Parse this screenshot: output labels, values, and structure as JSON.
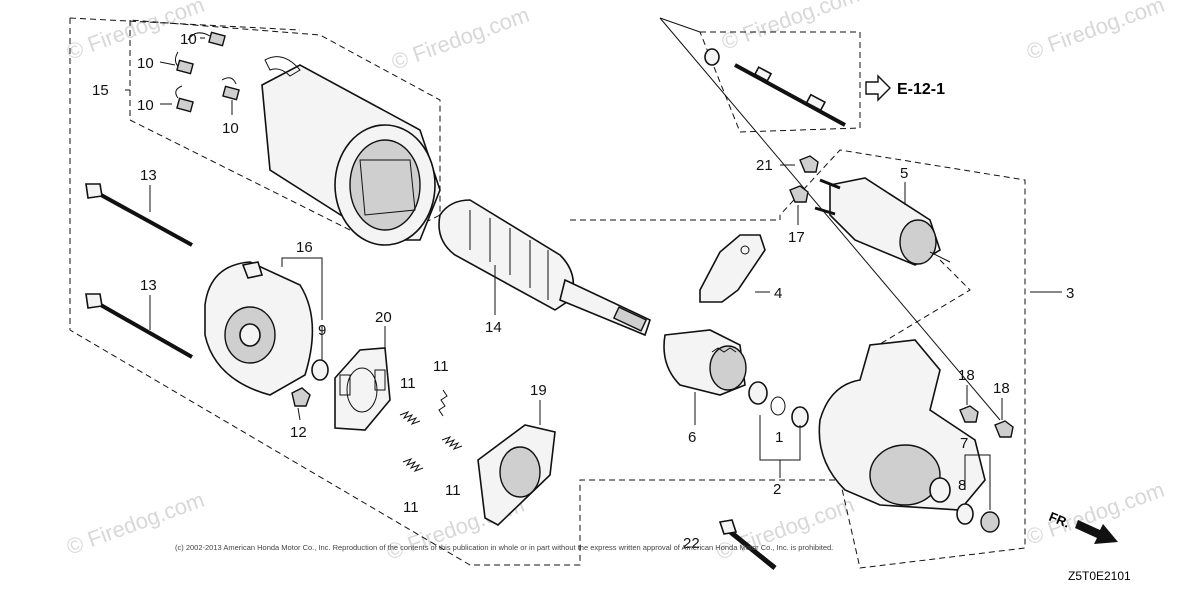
{
  "watermark": "© Firedog.com",
  "reference": {
    "label": "E-12-1"
  },
  "copyright": "(c) 2002-2013 American Honda Motor Co., Inc. Reproduction of the contents of this publication in whole or in part without the express written approval of American Honda Motor Co., Inc. is prohibited.",
  "diagram_code": "Z5T0E2101",
  "front_marker": "FR.",
  "callouts": {
    "c1": "1",
    "c2": "2",
    "c3": "3",
    "c4": "4",
    "c5": "5",
    "c6": "6",
    "c7": "7",
    "c8": "8",
    "c9": "9",
    "c10a": "10",
    "c10b": "10",
    "c10c": "10",
    "c10d": "10",
    "c11a": "11",
    "c11b": "11",
    "c11c": "11",
    "c11d": "11",
    "c12": "12",
    "c13a": "13",
    "c13b": "13",
    "c14": "14",
    "c15": "15",
    "c16": "16",
    "c17": "17",
    "c18a": "18",
    "c18b": "18",
    "c19": "19",
    "c20": "20",
    "c21": "21",
    "c22": "22"
  }
}
